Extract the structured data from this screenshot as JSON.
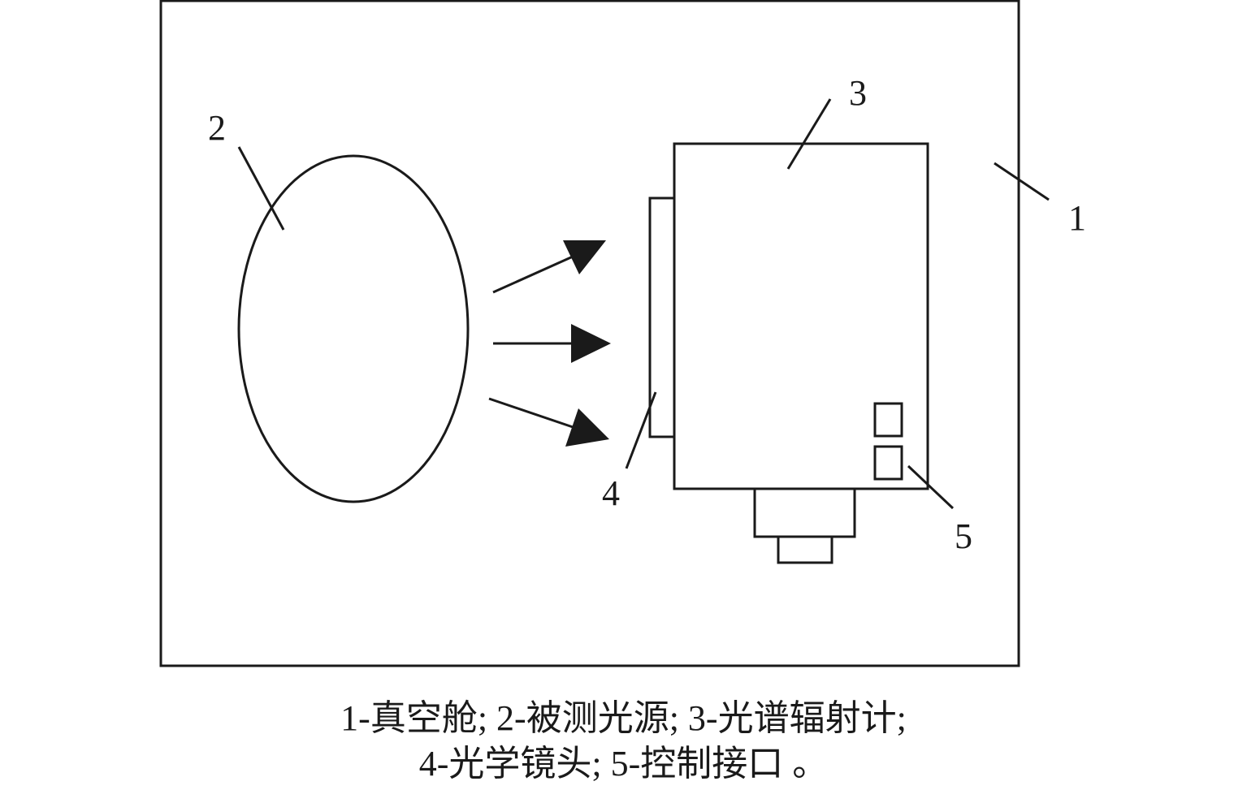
{
  "labels": {
    "chamber": "1",
    "light_source": "2",
    "spectroradiometer": "3",
    "optical_lens": "4",
    "control_interface": "5"
  },
  "caption": {
    "line1": "1-真空舱; 2-被测光源; 3-光谱辐射计;",
    "line2": "4-光学镜头; 5-控制接口 。"
  },
  "colors": {
    "ink": "#1a1a1a",
    "background": "#ffffff"
  }
}
